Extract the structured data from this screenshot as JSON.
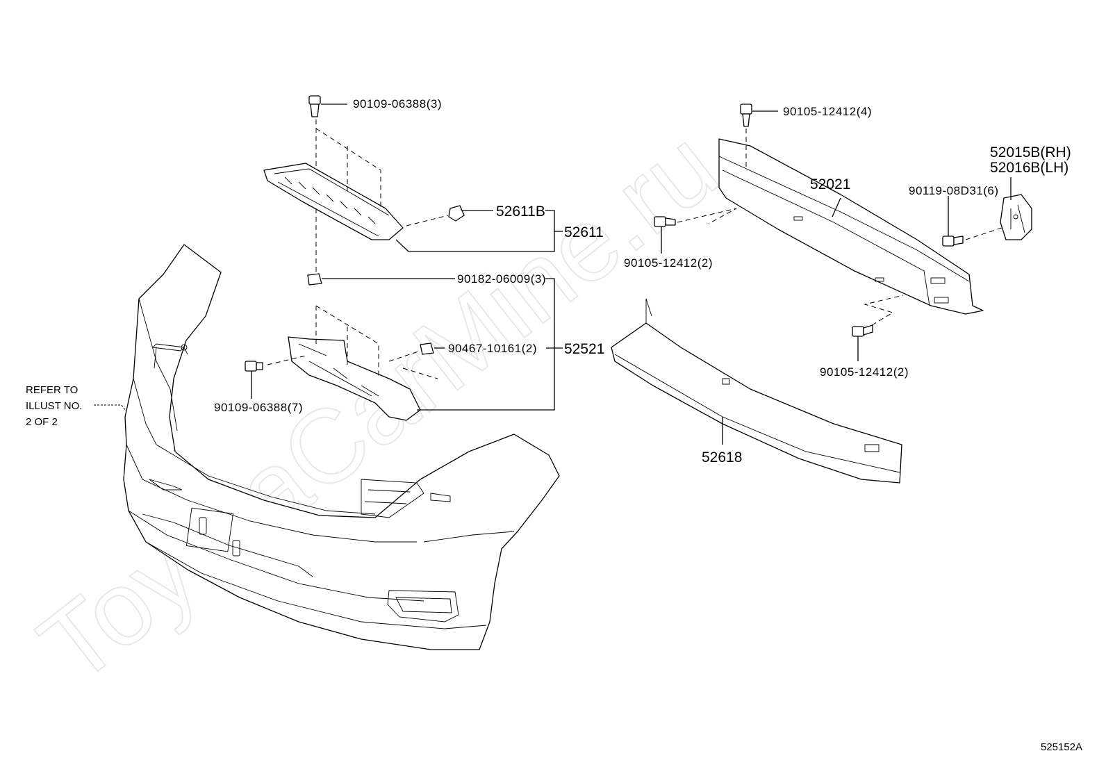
{
  "watermark": "ToyotaCarMine.ru",
  "diagram_id": "525152A",
  "reference_note": [
    "REFER TO",
    "ILLUST NO.",
    "2 OF 2"
  ],
  "labels": {
    "bolt_top_left": "90109-06388(3)",
    "clip_52611b": "52611B",
    "group_52611": "52611",
    "clip_90182": "90182-06009(3)",
    "clip_90467": "90467-10161(2)",
    "group_52521": "52521",
    "bolt_left_7": "90109-06388(7)",
    "bolt_top_right": "90105-12412(4)",
    "reinforcement": "52021",
    "bracket_rh": "52015B(RH)",
    "bracket_lh": "52016B(LH)",
    "bolt_bracket": "90119-08D31(6)",
    "bolt_left_2": "90105-12412(2)",
    "bolt_bottom_2": "90105-12412(2)",
    "absorber": "52618"
  }
}
